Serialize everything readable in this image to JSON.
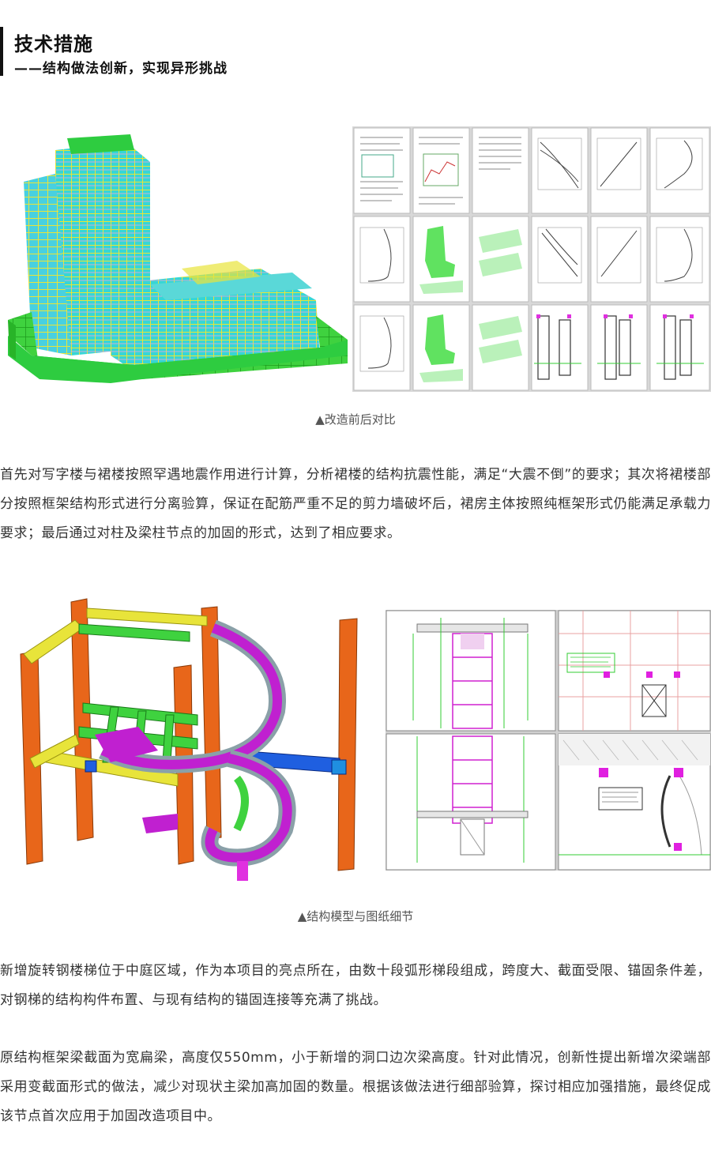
{
  "header": {
    "title": "技术措施",
    "subtitle": "——结构做法创新，实现异形挑战"
  },
  "figure1": {
    "caption": "▲改造前后对比"
  },
  "paragraph1": "首先对写字楼与裙楼按照罕遇地震作用进行计算，分析裙楼的结构抗震性能，满足“大震不倒”的要求；其次将裙楼部分按照框架结构形式进行分离验算，保证在配筋严重不足的剪力墙破坏后，裙房主体按照纯框架形式仍能满足承载力要求；最后通过对柱及梁柱节点的加固的形式，达到了相应要求。",
  "figure2": {
    "caption": "▲结构模型与图纸细节"
  },
  "paragraph2": "新增旋转钢楼梯位于中庭区域，作为本项目的亮点所在，由数十段弧形梯段组成，跨度大、截面受限、锚固条件差，对钢梯的结构构件布置、与现有结构的锚固连接等充满了挑战。",
  "paragraph3": "原结构框架梁截面为宽扁梁，高度仅550mm，小于新增的洞口边次梁高度。针对此情况，创新性提出新增次梁端部采用变截面形式的做法，减少对现状主梁加高加固的数量。根据该做法进行细部验算，探讨相应加强措施，最终促成该节点首次应用于加固改造项目中。",
  "colors": {
    "structure_green": "#2ecc40",
    "structure_cyan": "#36d6d6",
    "structure_yellow": "#e8e43a",
    "column_orange": "#e8661a",
    "stair_magenta": "#c020d0",
    "beam_blue": "#1f5fe0"
  }
}
